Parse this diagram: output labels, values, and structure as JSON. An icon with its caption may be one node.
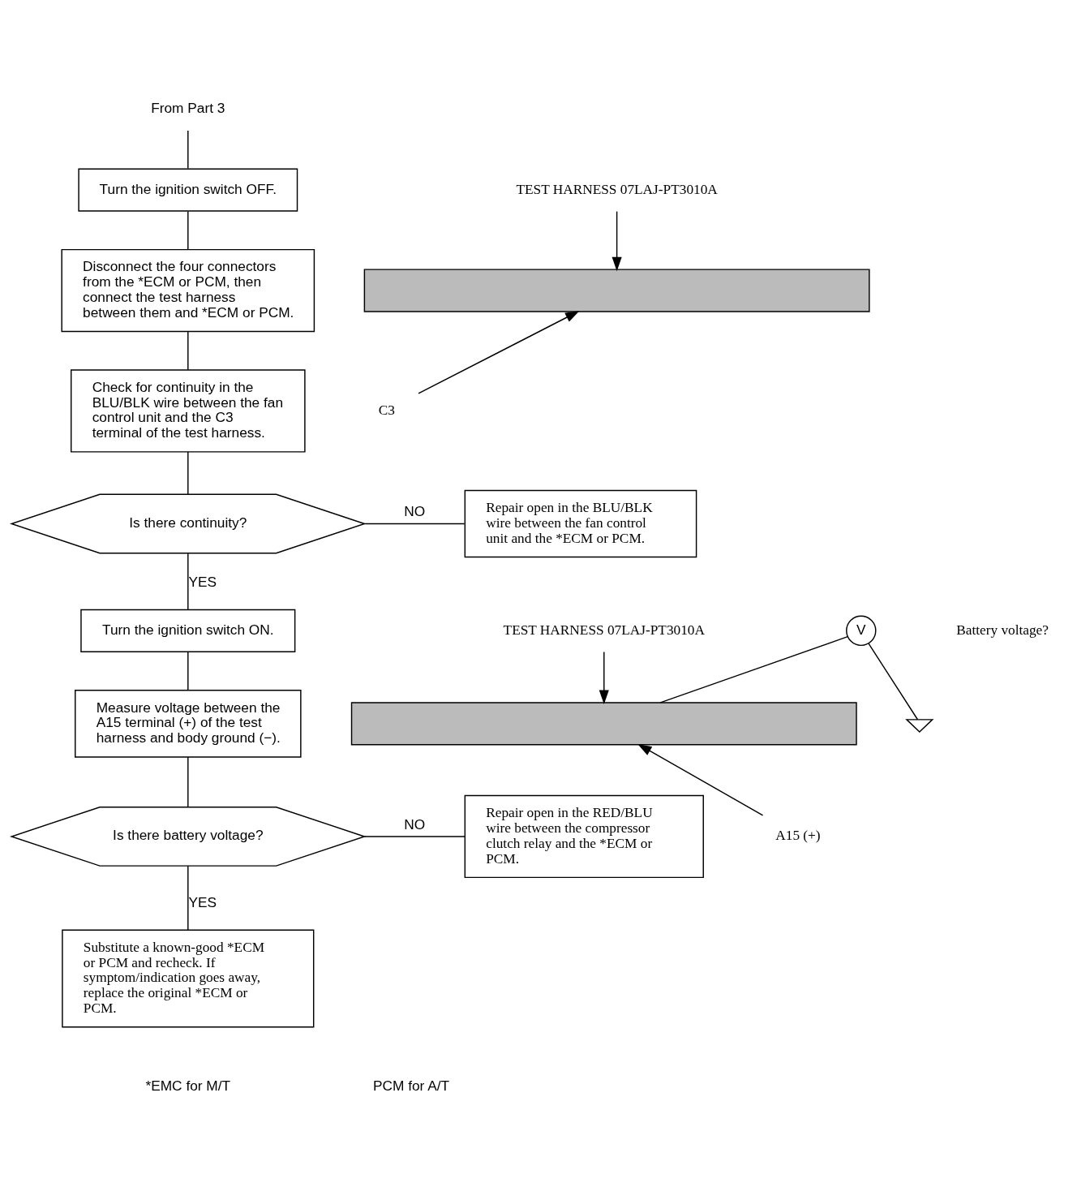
{
  "diagram": {
    "nodes": [
      {
        "text": [
          "From Part 3"
        ]
      },
      {
        "text": [
          "Turn the ignition switch OFF."
        ]
      },
      {
        "text": [
          "Disconnect the four connectors from the *ECM or PCM, then connect the test harness between them and *ECM or PCM."
        ]
      },
      {
        "text": [
          "Check for continuity in the BLU/BLK wire between the fan control unit and the C3 terminal of the test harness."
        ]
      },
      {
        "text": [
          "Is there continuity?"
        ]
      },
      {
        "text": [
          "Repair open in the BLU/BLK wire between the fan control unit and the *ECM or PCM."
        ]
      },
      {
        "text": [
          "Turn the ignition switch ON."
        ]
      },
      {
        "text": [
          "Measure voltage between the A15 terminal (+) of the test harness and body ground (−)."
        ]
      },
      {
        "text": [
          "Is there battery voltage?"
        ]
      },
      {
        "text": [
          "Repair open in the RED/BLU wire between the compressor clutch relay and the *ECM or PCM."
        ]
      },
      {
        "text": [
          "Substitute a known-good *ECM or PCM and recheck. If symptom/indication goes away, replace the original *ECM or PCM."
        ]
      },
      {
        "text": [
          "TEST HARNESS 07LAJ-PT3010A"
        ]
      },
      {
        "text": [],
        "shape": "box"
      },
      {
        "text": [
          "C3"
        ]
      },
      {
        "text": [
          "TEST HARNESS 07LAJ-PT3010A"
        ]
      },
      {
        "text": [],
        "shape": "box"
      },
      {
        "text": [
          "A15 (+)"
        ]
      },
      {
        "text": [
          "V"
        ]
      },
      {
        "text": [],
        "shape": "ground"
      }
    ],
    "edges": [
      {
        "from": 0,
        "to": 1,
        "arrow": "none"
      },
      {
        "from": 1,
        "to": 2,
        "arrow": "none"
      },
      {
        "from": 2,
        "to": 3,
        "arrow": "none"
      },
      {
        "from": 3,
        "to": 4,
        "arrow": "none"
      },
      {
        "from": 4,
        "to": 5,
        "arrow": "none",
        "label": "NO"
      },
      {
        "from": 4,
        "to": 6,
        "arrow": "none",
        "label": "YES"
      },
      {
        "from": 6,
        "to": 7,
        "arrow": "none"
      },
      {
        "from": 7,
        "to": 8,
        "arrow": "none"
      },
      {
        "from": 8,
        "to": 9,
        "arrow": "none",
        "label": "NO"
      },
      {
        "from": 8,
        "to": 10,
        "arrow": "none",
        "label": "YES"
      },
      {
        "from": 11,
        "to": 12,
        "arrow": "to"
      },
      {
        "from": 13,
        "to": 12,
        "arrow": "to"
      },
      {
        "from": 14,
        "to": 15,
        "arrow": "to"
      },
      {
        "from": 16,
        "to": 15,
        "arrow": "to"
      },
      {
        "from": 17,
        "to": 15,
        "arrow": "none"
      },
      {
        "from": 17,
        "to": 18,
        "arrow": "none"
      }
    ],
    "labels": [
      "Battery voltage?",
      "*EMC for M/T",
      "PCM for A/T"
    ]
  }
}
